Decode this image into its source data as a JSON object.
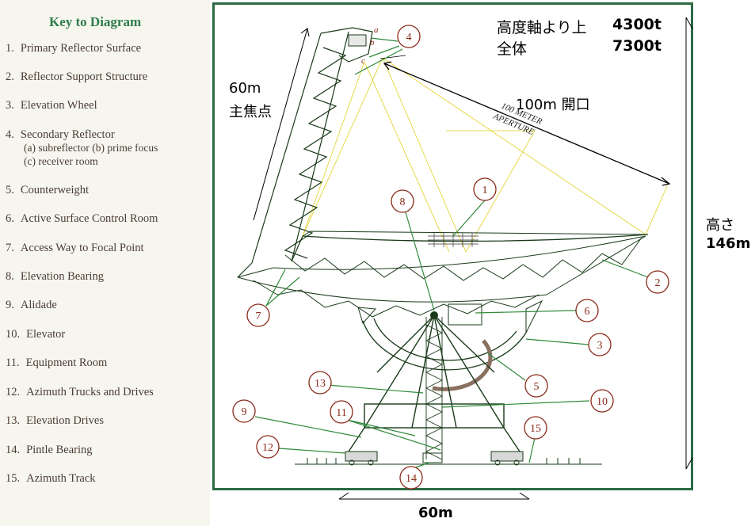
{
  "key": {
    "title": "Key to Diagram",
    "items": [
      {
        "num": "1.",
        "label": "Primary Reflector Surface"
      },
      {
        "num": "2.",
        "label": "Reflector Support Structure"
      },
      {
        "num": "3.",
        "label": "Elevation Wheel"
      },
      {
        "num": "4.",
        "label": "Secondary Reflector"
      },
      {
        "num": "5.",
        "label": "Counterweight"
      },
      {
        "num": "6.",
        "label": "Active Surface Control Room"
      },
      {
        "num": "7.",
        "label": "Access Way to Focal Point"
      },
      {
        "num": "8.",
        "label": "Elevation Bearing"
      },
      {
        "num": "9.",
        "label": "Alidade"
      },
      {
        "num": "10.",
        "label": "Elevator"
      },
      {
        "num": "11.",
        "label": "Equipment Room"
      },
      {
        "num": "12.",
        "label": "Azimuth Trucks and Drives"
      },
      {
        "num": "13.",
        "label": "Elevation Drives"
      },
      {
        "num": "14.",
        "label": "Pintle Bearing"
      },
      {
        "num": "15.",
        "label": "Azimuth Track"
      }
    ],
    "secondary_sub_1": "(a) subreflector  (b) prime focus",
    "secondary_sub_2": "(c) receiver room"
  },
  "annotations": {
    "weight_above_label": "高度軸より上",
    "weight_above_value": "4300t",
    "weight_total_label": "全体",
    "weight_total_value": "7300t",
    "focal_length": "60m",
    "prime_focus": "主焦点",
    "aperture_jp": "100m 開口",
    "aperture_en_1": "100 METER",
    "aperture_en_2": "APERTURE",
    "height_label": "高さ",
    "height_value": "146m",
    "base_width": "60m",
    "letter_a": "a",
    "letter_b": "b",
    "letter_c": "c"
  },
  "callouts": [
    "1",
    "2",
    "3",
    "4",
    "5",
    "6",
    "7",
    "8",
    "9",
    "10",
    "11",
    "12",
    "13",
    "14",
    "15"
  ],
  "colors": {
    "frame": "#2c6a44",
    "callout": "#8a2a1a",
    "leader": "#2f8a3a",
    "beam": "#e6d84a",
    "key_title": "#2e7d4a",
    "key_text": "#4a3c34"
  }
}
